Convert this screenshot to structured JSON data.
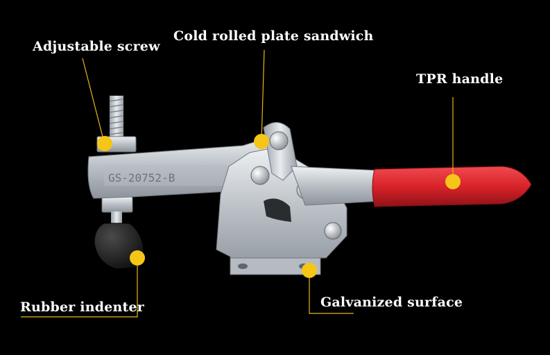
{
  "labels": {
    "adjustable_screw": "Adjustable screw",
    "cold_rolled": "Cold rolled plate sandwich",
    "tpr_handle": "TPR handle",
    "rubber_indenter": "Rubber indenter",
    "galvanized": "Galvanized surface"
  },
  "part_marking": "GS-20752-B",
  "colors": {
    "background": "#000000",
    "marker": "#f5c518",
    "leader_line": "#e6b820",
    "handle": "#d8232a",
    "metal": "#c9ced3"
  }
}
